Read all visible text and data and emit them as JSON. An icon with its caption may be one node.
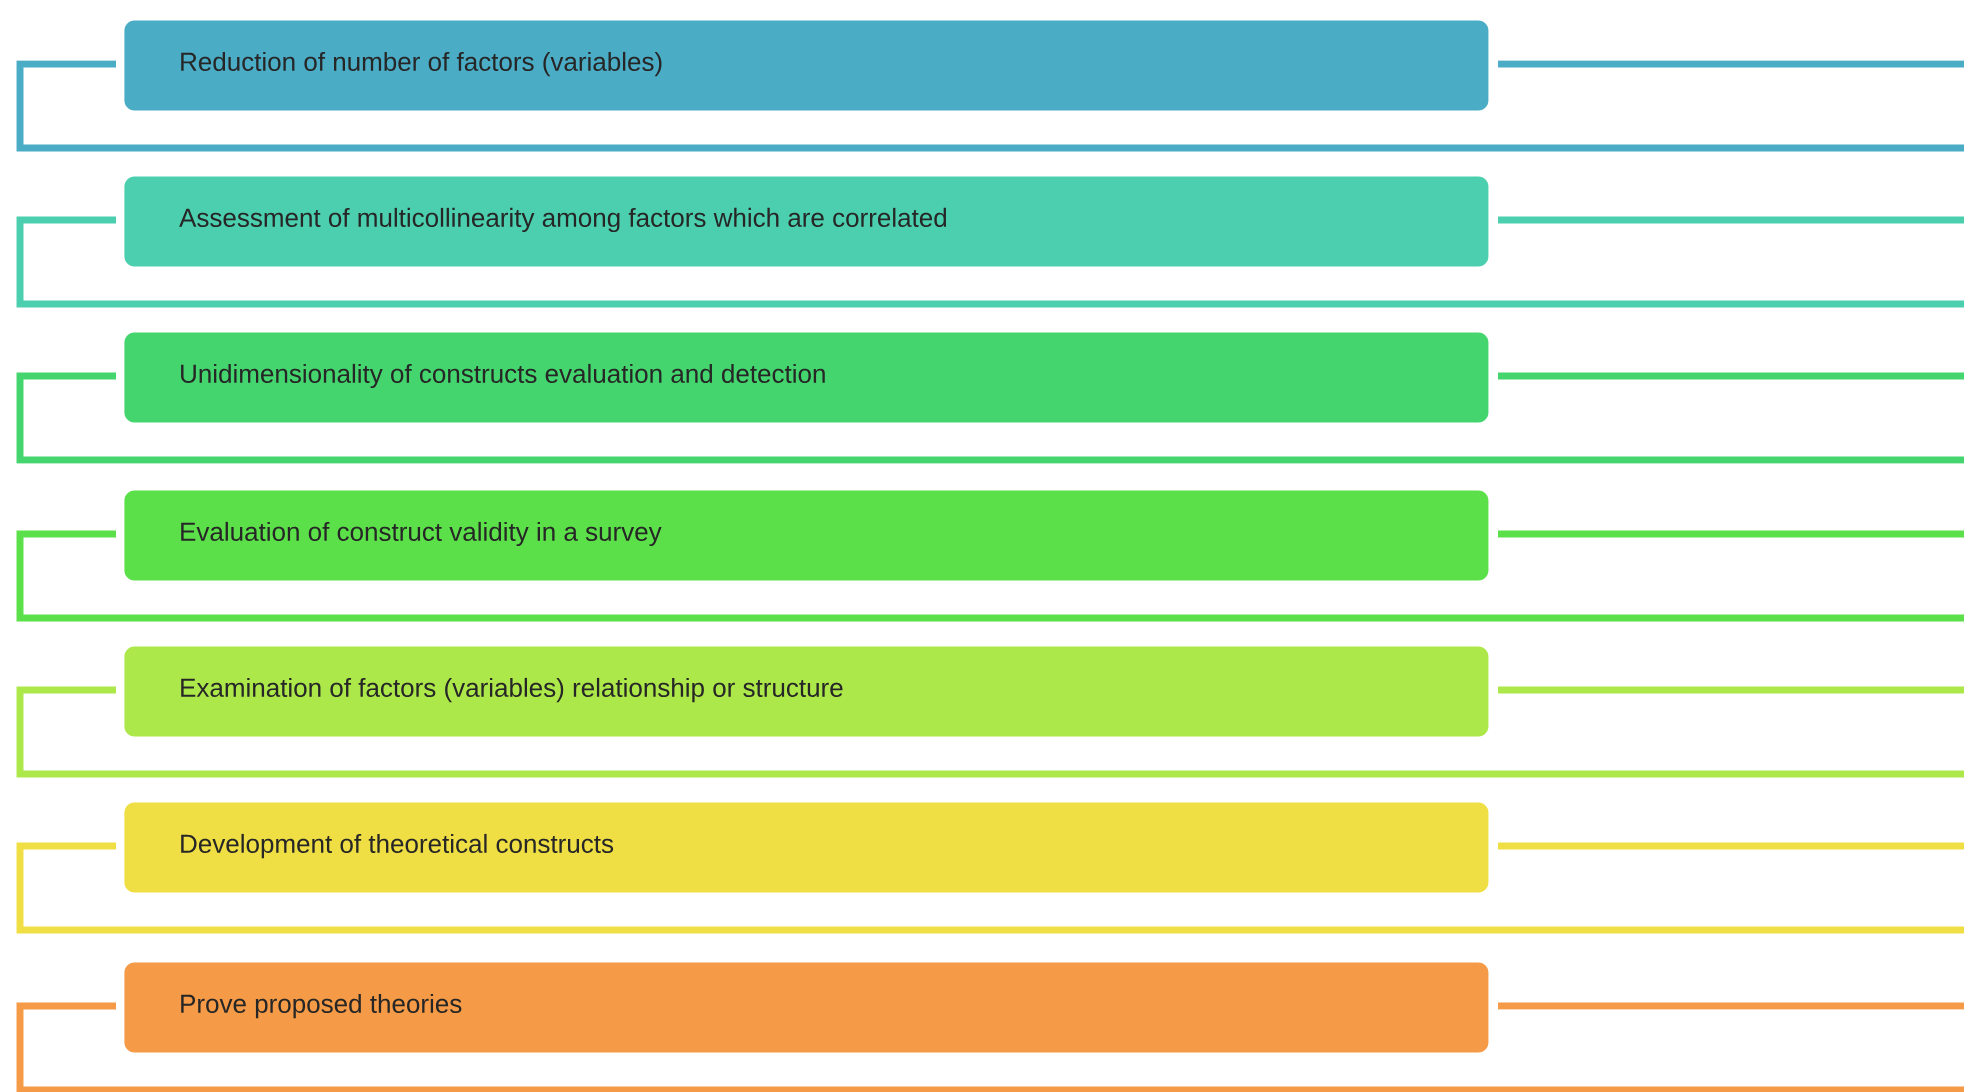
{
  "diagram": {
    "nodes": [
      {
        "text": [
          "Reduction of number of factors (variables)"
        ]
      },
      {
        "text": [
          "Assessment of multicollinearity among factors which are correlated"
        ]
      },
      {
        "text": [
          "Unidimensionality of constructs evaluation and detection"
        ]
      },
      {
        "text": [
          "Evaluation of construct validity in a survey"
        ]
      },
      {
        "text": [
          "Examination of factors (variables) relationship or structure"
        ]
      },
      {
        "text": [
          "Development  of theoretical constructs"
        ]
      },
      {
        "text": [
          "Prove proposed theories"
        ]
      }
    ]
  }
}
